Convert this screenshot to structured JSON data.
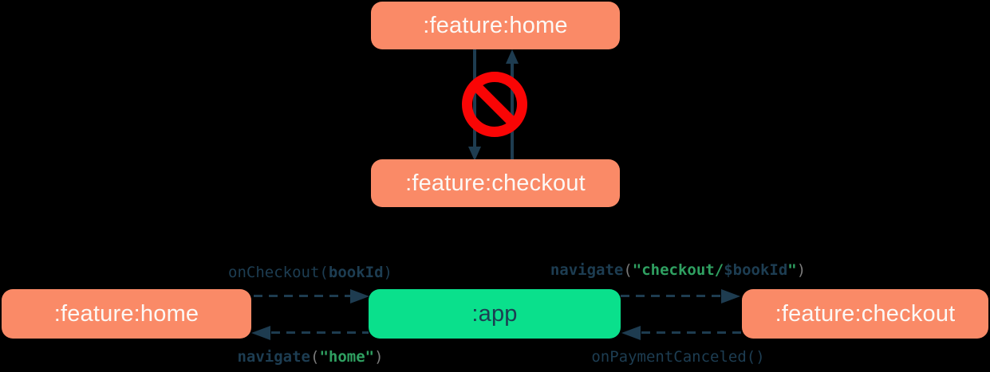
{
  "colors": {
    "background": "#000000",
    "feature_box": "#FA8A67",
    "app_box": "#0AE08C",
    "box_text_light": "#FCF8F5",
    "box_text_dark": "#1D3D52",
    "arrow": "#1E3C50",
    "forbidden_red": "#FA0505",
    "code_navy": "#1D3D52",
    "code_green": "#2FA061",
    "code_gray": "#7A7A7A"
  },
  "icons": {
    "prohibited": "no-entry-circle-slash"
  },
  "top_diagram": {
    "home_module": ":feature:home",
    "checkout_module": ":feature:checkout"
  },
  "bottom_diagram": {
    "home_module": ":feature:home",
    "app_module": ":app",
    "checkout_module": ":feature:checkout",
    "labels": {
      "on_checkout": [
        {
          "text": "onCheckout(",
          "color": "navy",
          "bold": false
        },
        {
          "text": "bookId",
          "color": "navy",
          "bold": true
        },
        {
          "text": ")",
          "color": "navy",
          "bold": false
        }
      ],
      "navigate_checkout": [
        {
          "text": "navigate",
          "color": "navy",
          "bold": true
        },
        {
          "text": "(",
          "color": "gray",
          "bold": false
        },
        {
          "text": "\"checkout/",
          "color": "green",
          "bold": true
        },
        {
          "text": "$bookId",
          "color": "navy",
          "bold": true
        },
        {
          "text": "\"",
          "color": "green",
          "bold": true
        },
        {
          "text": ")",
          "color": "gray",
          "bold": false
        }
      ],
      "navigate_home": [
        {
          "text": "navigate",
          "color": "navy",
          "bold": true
        },
        {
          "text": "(",
          "color": "gray",
          "bold": false
        },
        {
          "text": "\"home\"",
          "color": "green",
          "bold": true
        },
        {
          "text": ")",
          "color": "gray",
          "bold": false
        }
      ],
      "on_payment_canceled": [
        {
          "text": "onPaymentCanceled()",
          "color": "navy",
          "bold": false
        }
      ]
    }
  }
}
